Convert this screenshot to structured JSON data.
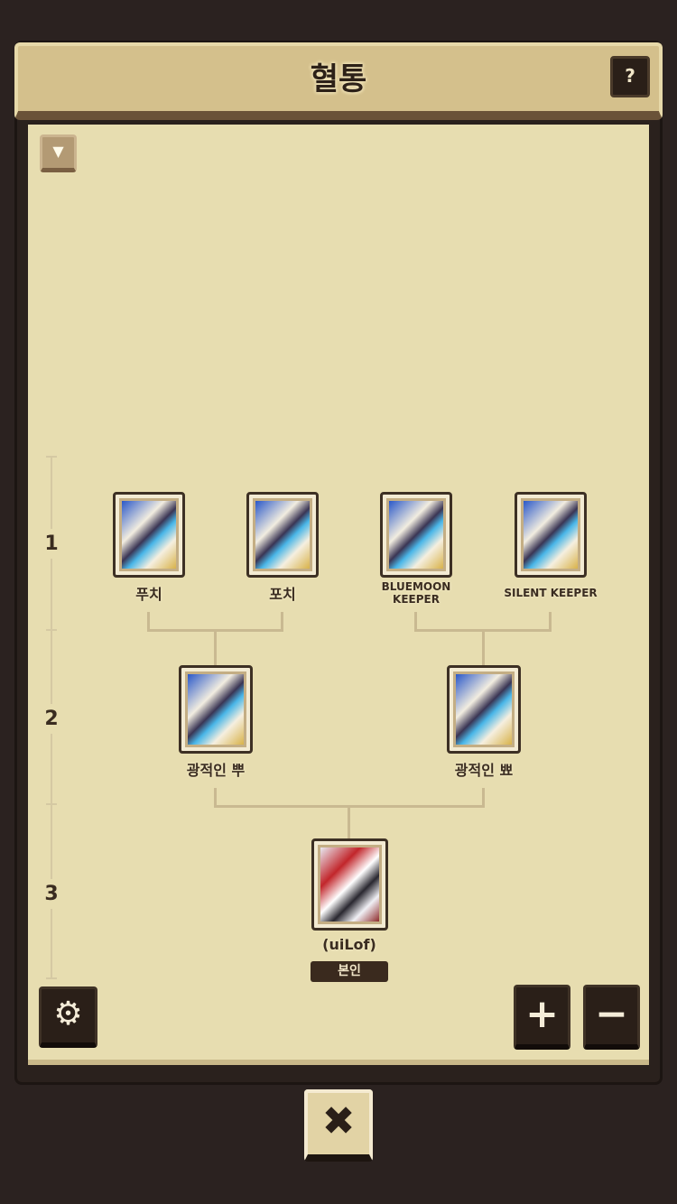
{
  "header": {
    "title": "혈통",
    "help_label": "?"
  },
  "dropdown_icon": "▼",
  "generations": [
    "1",
    "2",
    "3"
  ],
  "gen1": [
    {
      "name": "푸치"
    },
    {
      "name": "포치"
    },
    {
      "name": "BLUEMOON KEEPER"
    },
    {
      "name": "SILENT KEEPER"
    }
  ],
  "gen2": [
    {
      "name": "광적인 뿌"
    },
    {
      "name": "광적인 뾰"
    }
  ],
  "self": {
    "name": "(uiLof)",
    "badge": "본인"
  },
  "controls": {
    "settings_icon": "⚙",
    "zoom_in": "+",
    "zoom_out": "−",
    "close": "✖"
  }
}
